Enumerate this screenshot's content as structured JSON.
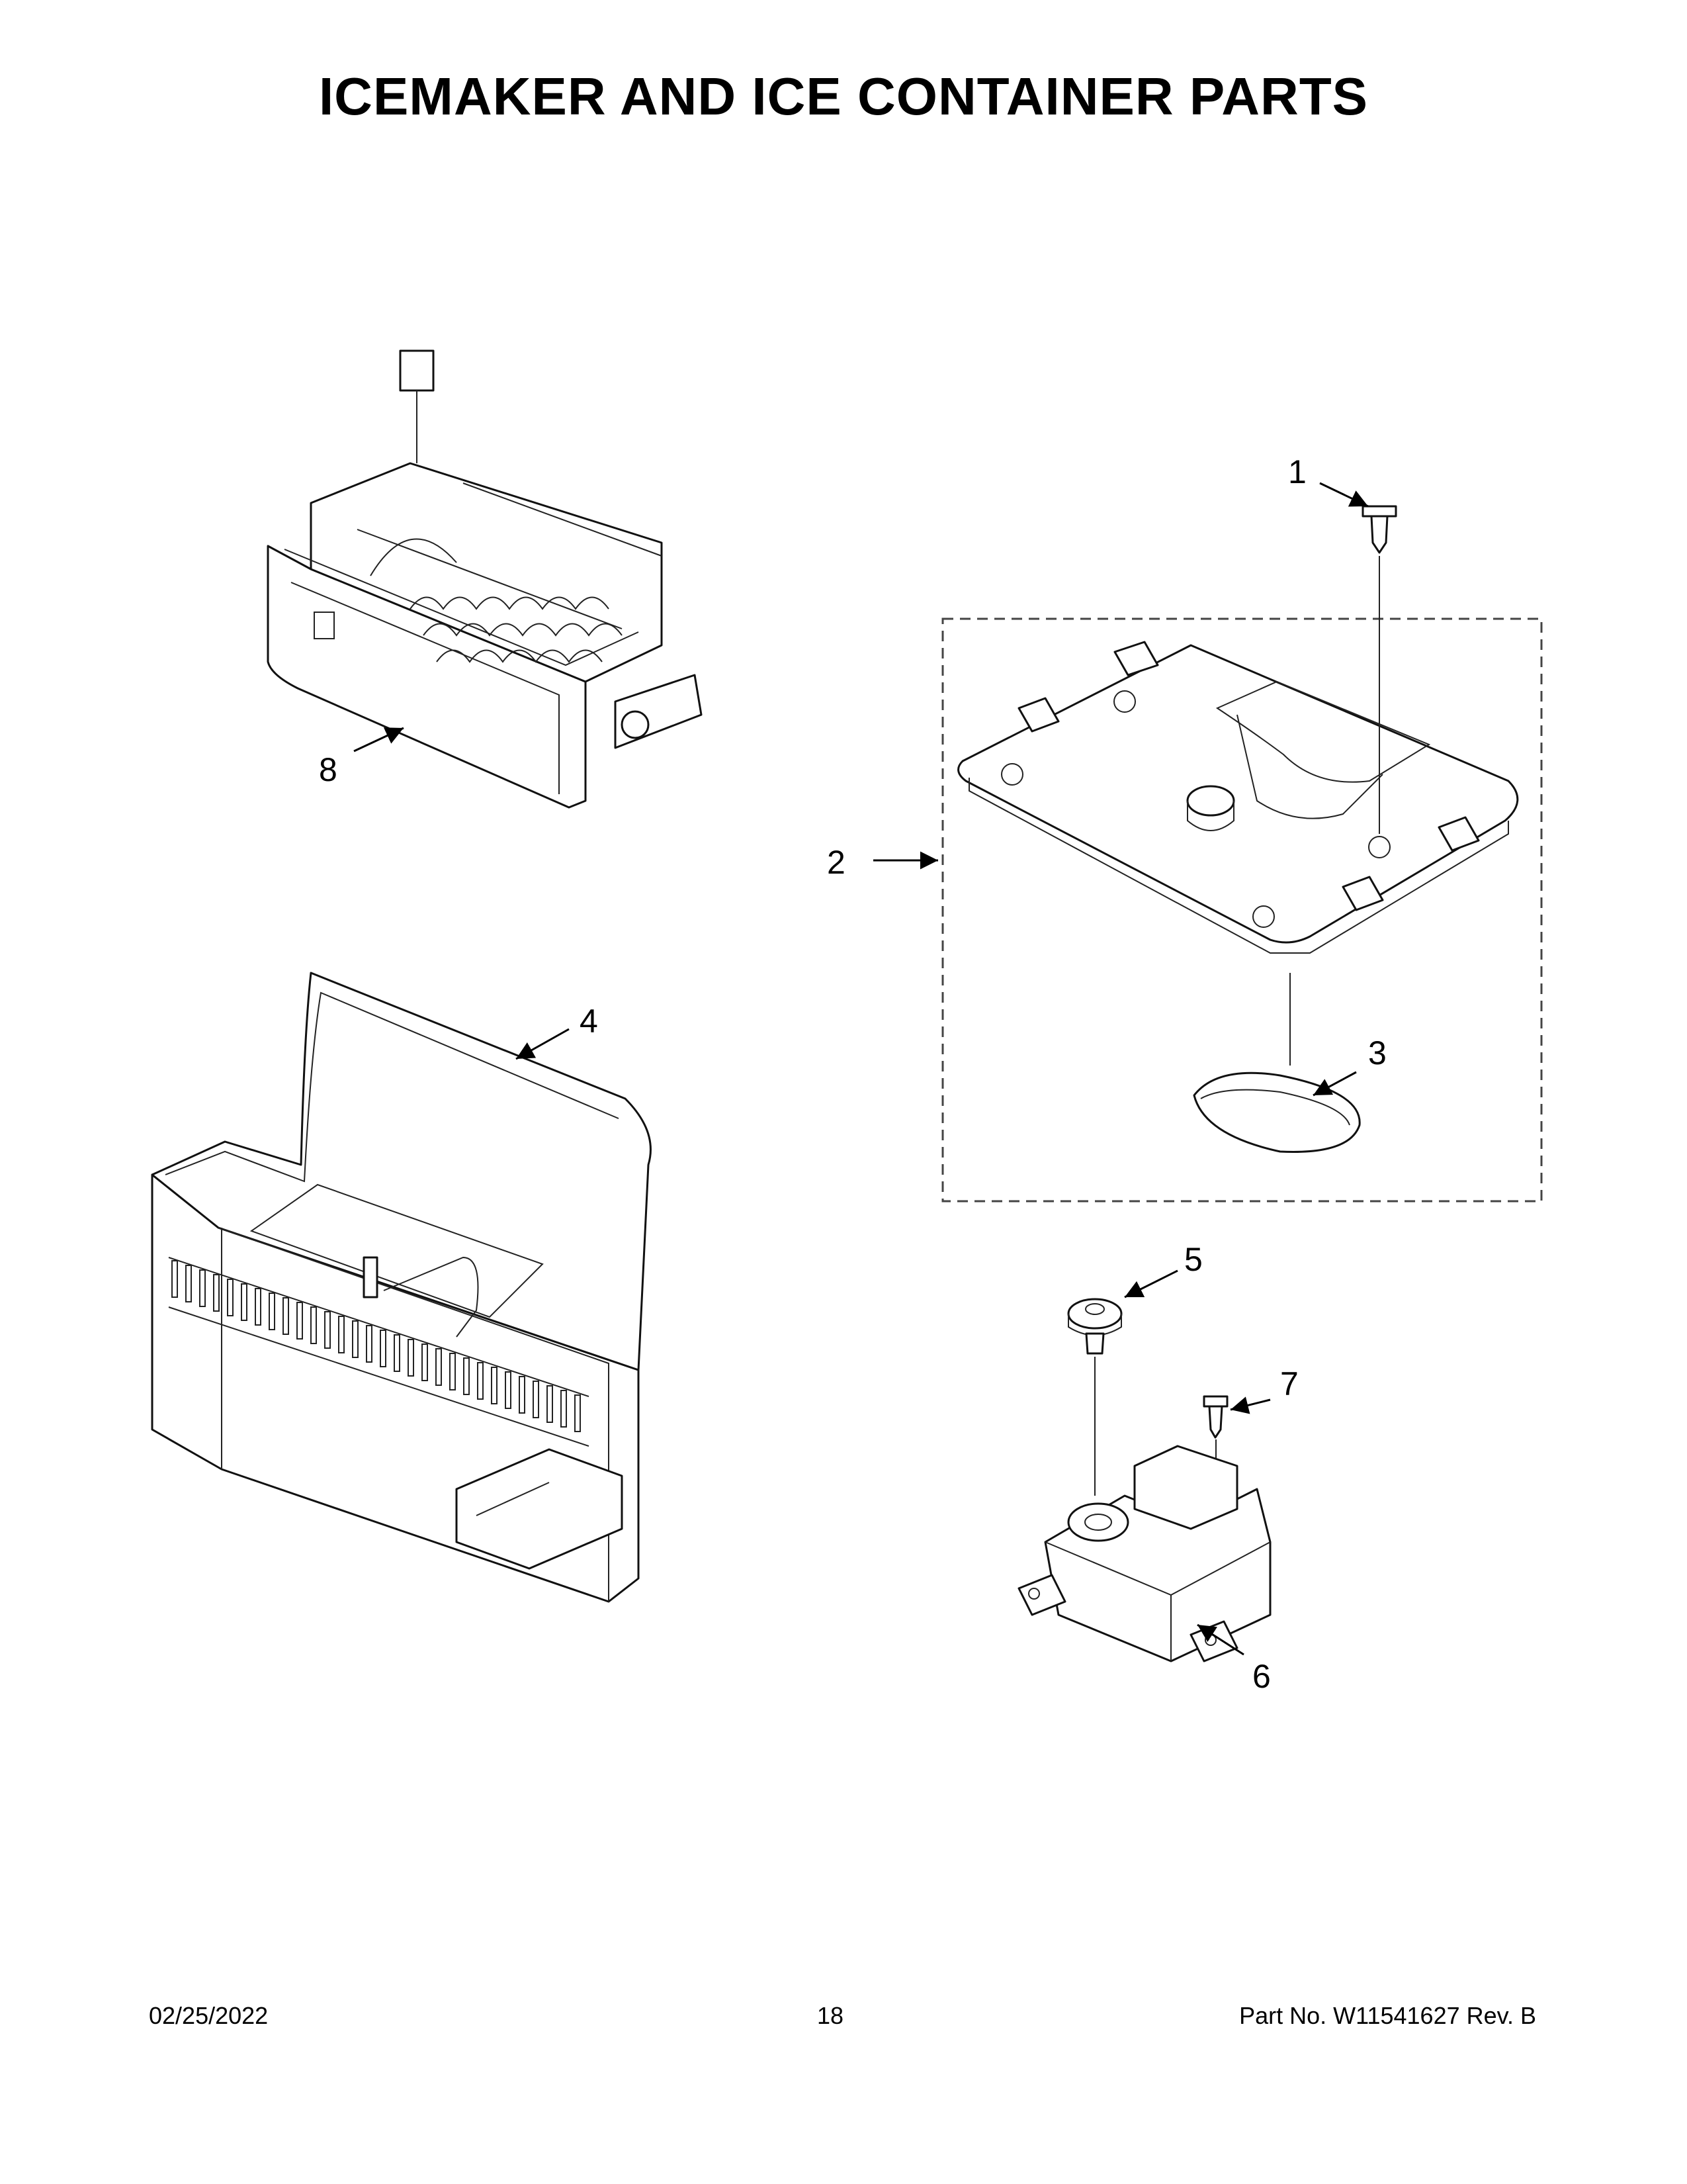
{
  "header": {
    "title": "ICEMAKER AND ICE CONTAINER PARTS"
  },
  "callouts": [
    "1",
    "2",
    "3",
    "4",
    "5",
    "6",
    "7",
    "8"
  ],
  "footer": {
    "date": "02/25/2022",
    "page": "18",
    "part_no": "Part No.  W11541627  Rev.  B"
  }
}
